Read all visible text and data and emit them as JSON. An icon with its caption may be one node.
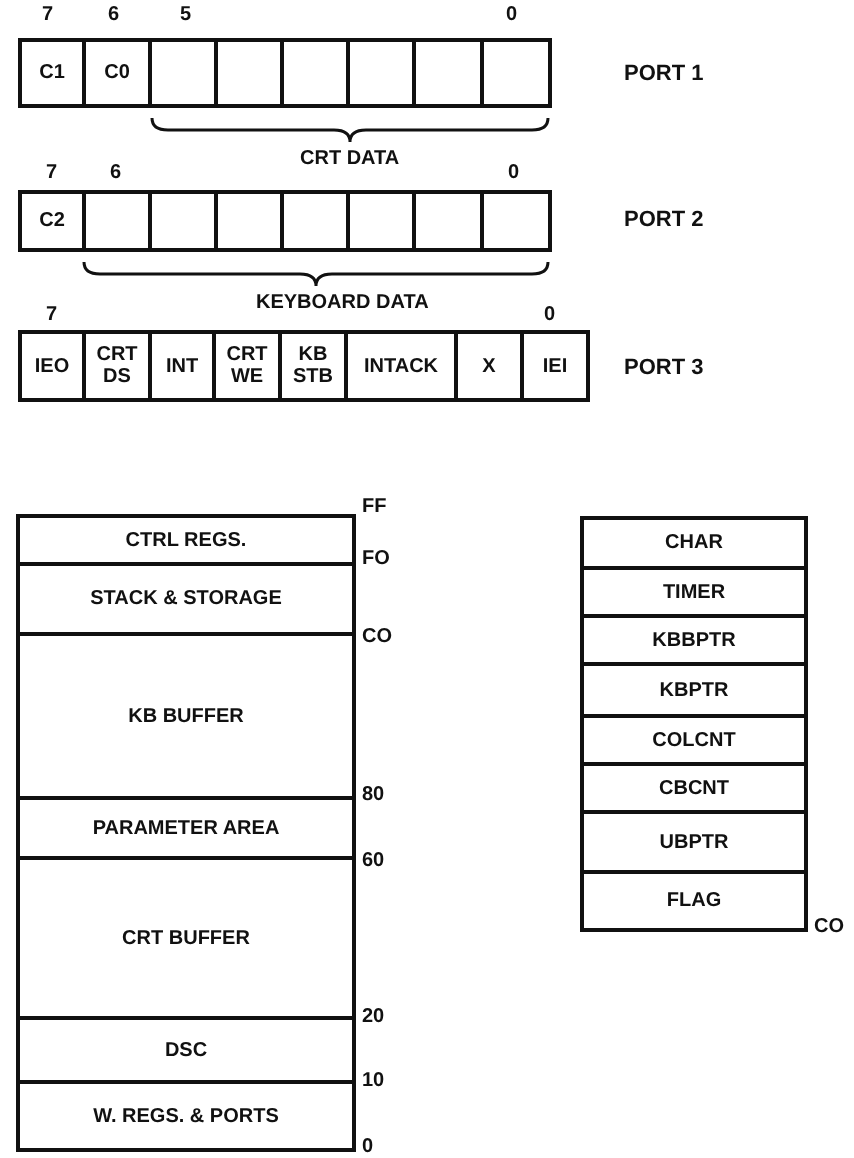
{
  "diagram": {
    "nodes": [
      {
        "text": [
          "C1"
        ]
      },
      {
        "text": [
          "C0"
        ]
      },
      {
        "text": [],
        "shape": "box"
      },
      {
        "text": [],
        "shape": "box"
      },
      {
        "text": [],
        "shape": "box"
      },
      {
        "text": [],
        "shape": "box"
      },
      {
        "text": [],
        "shape": "box"
      },
      {
        "text": [],
        "shape": "box"
      },
      {
        "text": [
          "C2"
        ]
      },
      {
        "text": [],
        "shape": "box"
      },
      {
        "text": [],
        "shape": "box"
      },
      {
        "text": [],
        "shape": "box"
      },
      {
        "text": [],
        "shape": "box"
      },
      {
        "text": [],
        "shape": "box"
      },
      {
        "text": [],
        "shape": "box"
      },
      {
        "text": [],
        "shape": "box"
      },
      {
        "text": [
          "IEO"
        ]
      },
      {
        "text": [
          "CRT DS"
        ]
      },
      {
        "text": [
          "INT"
        ]
      },
      {
        "text": [
          "CRT WE"
        ]
      },
      {
        "text": [
          "KB STB"
        ]
      },
      {
        "text": [
          "INTACK"
        ]
      },
      {
        "text": [
          "X"
        ]
      },
      {
        "text": [
          "IEI"
        ]
      },
      {
        "text": [
          "CTRL REGS."
        ]
      },
      {
        "text": [
          "STACK & STORAGE"
        ]
      },
      {
        "text": [
          "KB BUFFER"
        ]
      },
      {
        "text": [
          "PARAMETER AREA"
        ]
      },
      {
        "text": [
          "CRT BUFFER"
        ]
      },
      {
        "text": [
          "DSC"
        ]
      },
      {
        "text": [
          "W. REGS. & PORTS"
        ]
      },
      {
        "text": [
          "CHAR"
        ]
      },
      {
        "text": [
          "TIMER"
        ]
      },
      {
        "text": [
          "KBBPTR"
        ]
      },
      {
        "text": [
          "KBPTR"
        ]
      },
      {
        "text": [
          "COLCNT"
        ]
      },
      {
        "text": [
          "CBCNT"
        ]
      },
      {
        "text": [
          "UBPTR"
        ]
      },
      {
        "text": [
          "FLAG"
        ]
      }
    ],
    "edges": [],
    "labels": [
      "7",
      "6",
      "5",
      "0",
      "PORT 1",
      "CRT DATA",
      "7",
      "6",
      "0",
      "PORT 2",
      "KEYBOARD DATA",
      "7",
      "0",
      "PORT 3",
      "FF",
      "FO",
      "CO",
      "80",
      "60",
      "20",
      "10",
      "0",
      "CO"
    ]
  }
}
